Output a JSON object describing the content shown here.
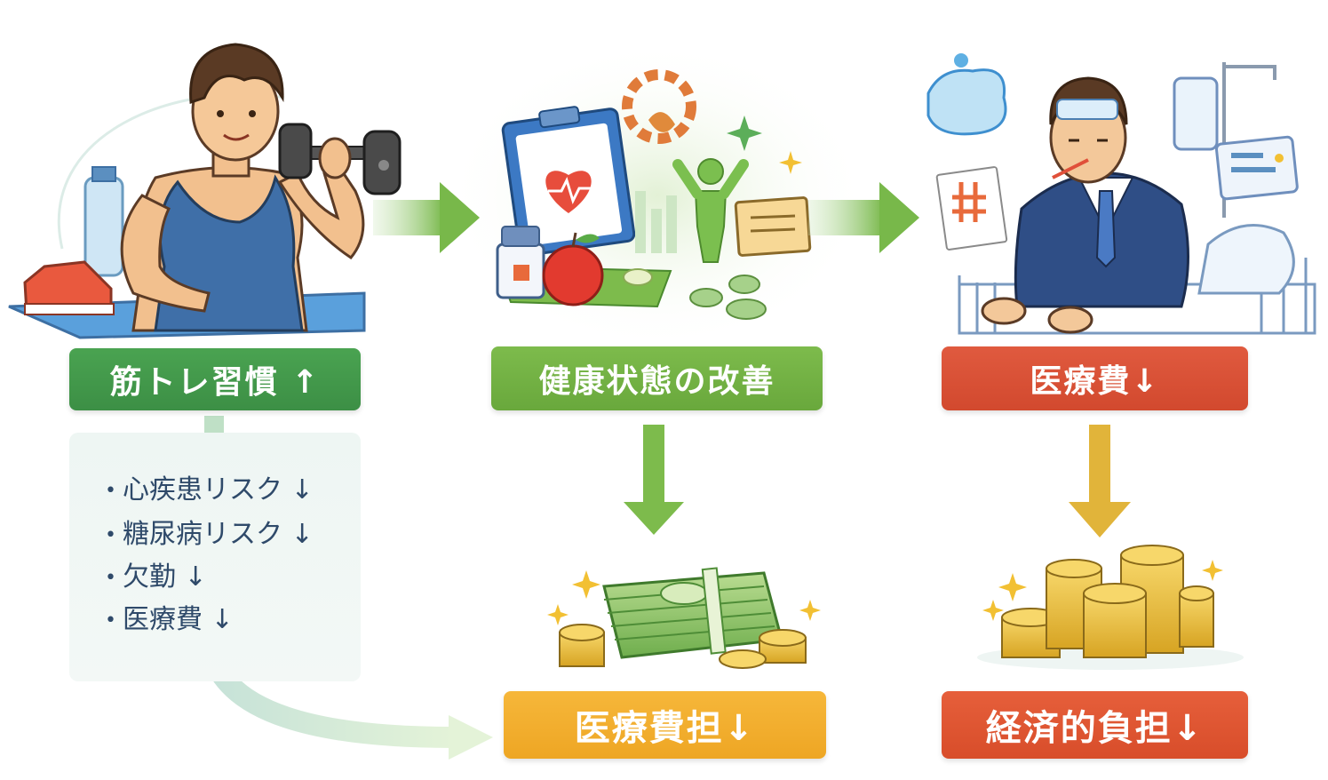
{
  "labels": {
    "habit": "筋トレ習慣 ↑",
    "health": "健康状態の改善",
    "medical_cost": "医療費↓",
    "medical_burden": "医療費担↓",
    "economic_burden": "経済的負担↓"
  },
  "list": [
    "心疾患リスク ↓",
    "糖尿病リスク ↓",
    "欠勤 ↓",
    "医療費 ↓"
  ],
  "illustrations": {
    "left": "man-lifting-dumbbell-icon",
    "center": "health-improvement-icons",
    "right": "sick-man-in-hospital-bed-icon",
    "money": "cash-and-coins-icon",
    "coins": "coin-stacks-icon"
  },
  "colors": {
    "green": "#3f9447",
    "light_green": "#72b042",
    "red": "#d84d33",
    "orange": "#f0aa2a",
    "gold": "#e1b43a"
  }
}
